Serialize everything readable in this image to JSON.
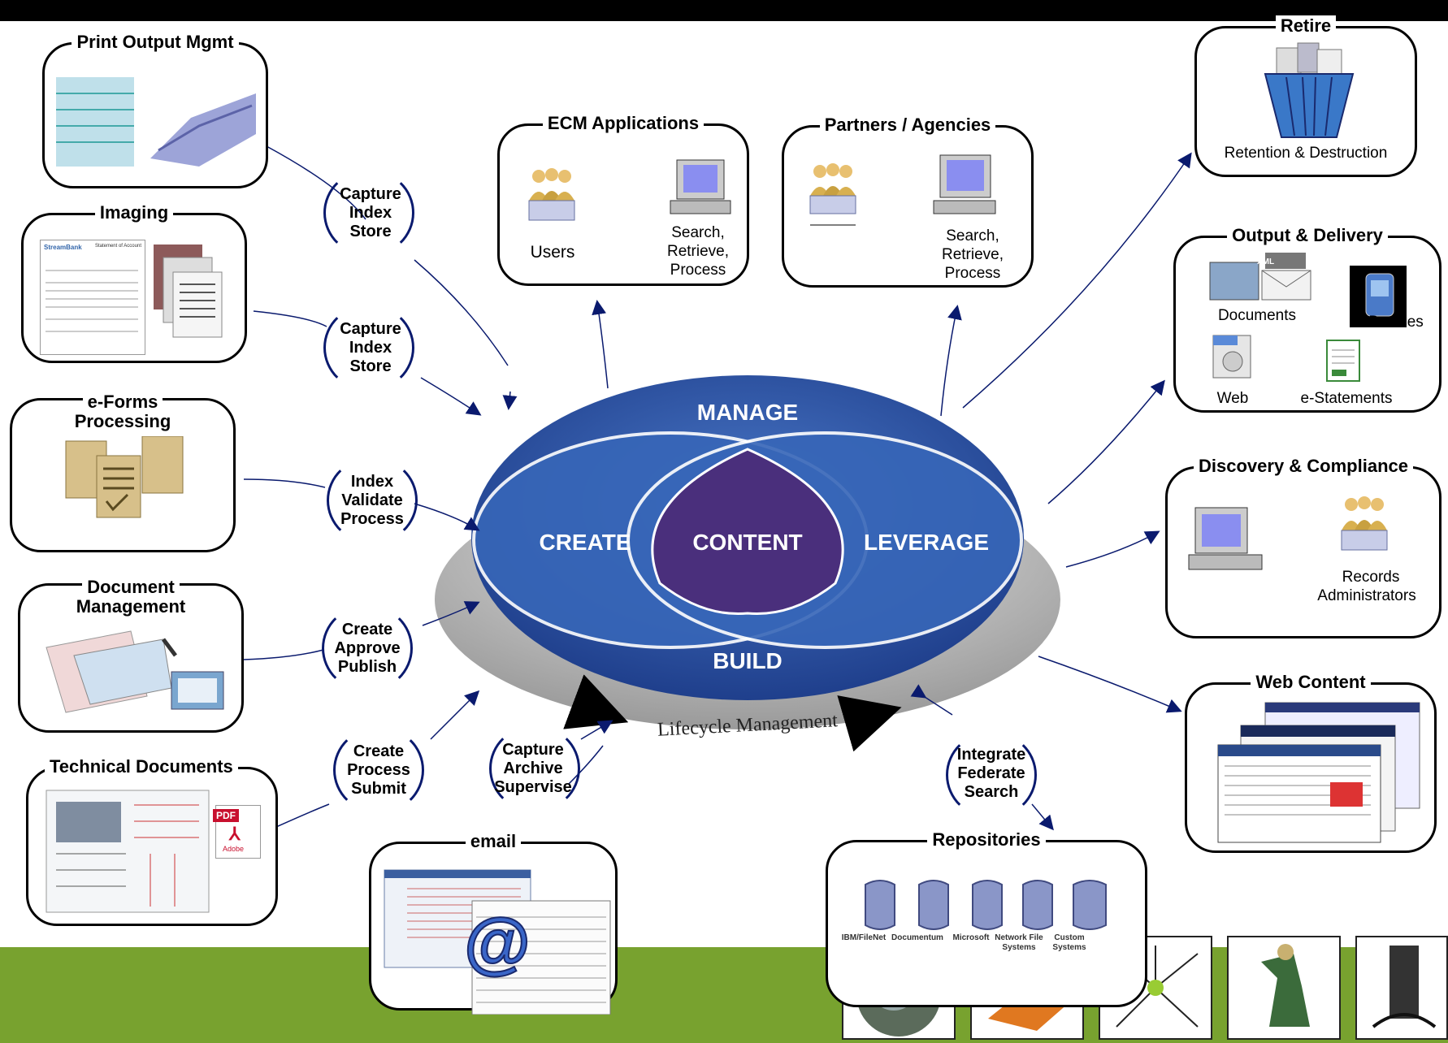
{
  "center": {
    "manage": "MANAGE",
    "create": "CREATE",
    "content": "CONTENT",
    "leverage": "LEVERAGE",
    "build": "BUILD",
    "lifecycle": "Lifecycle Management"
  },
  "left_boxes": {
    "print_output": "Print Output Mgmt",
    "imaging": "Imaging",
    "eforms_1": "e-Forms",
    "eforms_2": "Processing",
    "docmgmt_1": "Document",
    "docmgmt_2": "Management",
    "technical": "Technical Documents",
    "email": "email"
  },
  "steps": {
    "s1": [
      "Capture",
      "Index",
      "Store"
    ],
    "s2": [
      "Capture",
      "Index",
      "Store"
    ],
    "s3": [
      "Index",
      "Validate",
      "Process"
    ],
    "s4": [
      "Create",
      "Approve",
      "Publish"
    ],
    "s5": [
      "Create",
      "Process",
      "Submit"
    ],
    "s6": [
      "Capture",
      "Archive",
      "Supervise"
    ],
    "s7": [
      "Integrate",
      "Federate",
      "Search"
    ]
  },
  "ecm": {
    "title": "ECM Applications",
    "users": "Users",
    "action_1": "Search,",
    "action_2": "Retrieve,",
    "action_3": "Process"
  },
  "partners": {
    "title": "Partners / Agencies",
    "action_1": "Search,",
    "action_2": "Retrieve,",
    "action_3": "Process"
  },
  "retire": {
    "title": "Retire",
    "caption": "Retention & Destruction"
  },
  "output": {
    "title": "Output & Delivery",
    "documents": "Documents",
    "devices": "Devices",
    "web": "Web",
    "estatements": "e-Statements",
    "xml": "XML"
  },
  "discovery": {
    "title": "Discovery & Compliance",
    "records_1": "Records",
    "records_2": "Administrators"
  },
  "webcontent": {
    "title": "Web Content"
  },
  "repositories": {
    "title": "Repositories",
    "items": [
      "IBM/FileNet",
      "Documentum",
      "Microsoft",
      "Network File Systems",
      "Custom Systems"
    ]
  },
  "pdf": {
    "badge": "PDF",
    "brand": "Adobe"
  },
  "statement": {
    "brand": "StreamBank",
    "heading": "Statement of Account"
  },
  "colors": {
    "ellipse_blue": "#2f57a8",
    "content_purple": "#4a2f7c",
    "arrow_navy": "#0a1a6e",
    "green_band": "#78a22f"
  }
}
